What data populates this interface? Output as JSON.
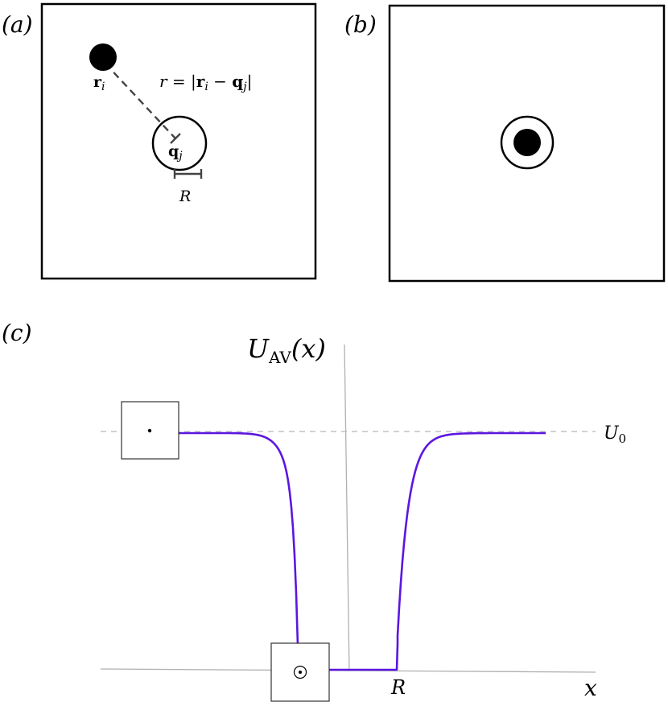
{
  "panels": {
    "a": {
      "label": "(a)",
      "r_i_label": "r",
      "r_i_sub": "i",
      "q_j_label": "q",
      "q_j_sub": "j",
      "distance_eq": {
        "prefix": "r = |",
        "r": "r",
        "r_sub": "i",
        "minus": " − ",
        "q": "q",
        "q_sub": "j",
        "suffix": "|"
      },
      "radius_label": "R"
    },
    "b": {
      "label": "(b)"
    },
    "c": {
      "label": "(c)",
      "y_axis_label": {
        "main": "U",
        "sub": "AV",
        "arg": "(x)"
      },
      "x_axis_label": "x",
      "u0_label": {
        "main": "U",
        "sub": "0"
      },
      "r_tick_label": "R"
    }
  },
  "colors": {
    "curve": "#5b16e0",
    "axis": "#b0b0b0",
    "dashed": "#b8b8b8",
    "ink": "#000000",
    "connector": "#444444"
  }
}
